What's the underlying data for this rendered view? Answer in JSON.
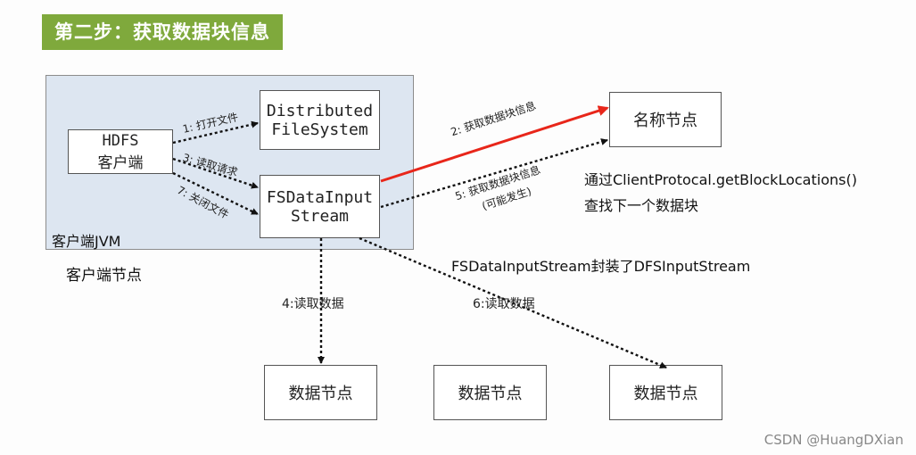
{
  "title": "第二步：获取数据块信息",
  "client_jvm_label": "客户端JVM",
  "client_node_label": "客户端节点",
  "boxes": {
    "hdfs_client": "HDFS\n客户端",
    "dfs": "Distributed\nFileSystem",
    "fsdis": "FSDataInput\nStream",
    "namenode": "名称节点",
    "datanode1": "数据节点",
    "datanode2": "数据节点",
    "datanode3": "数据节点"
  },
  "edges": {
    "open_file": "1: 打开文件",
    "read_request": "3: 读取请求",
    "close_file": "7: 关闭文件",
    "get_block_info": "2: 获取数据块信息",
    "get_block_info_maybe_1": "5: 获取数据块信息",
    "get_block_info_maybe_2": "(可能发生)",
    "read_data_4": "4:读取数据",
    "read_data_6": "6:读取数据"
  },
  "notes": {
    "protocol_line1": "通过ClientProtocal.getBlockLocations()",
    "protocol_line2": "查找下一个数据块",
    "wrap_note": "FSDataInputStream封装了DFSInputStream"
  },
  "watermark": "CSDN @HuangDXian",
  "colors": {
    "title_bg": "#7fa93c",
    "jvm_bg": "#dde6f1",
    "highlight_arrow": "#e8261a"
  }
}
